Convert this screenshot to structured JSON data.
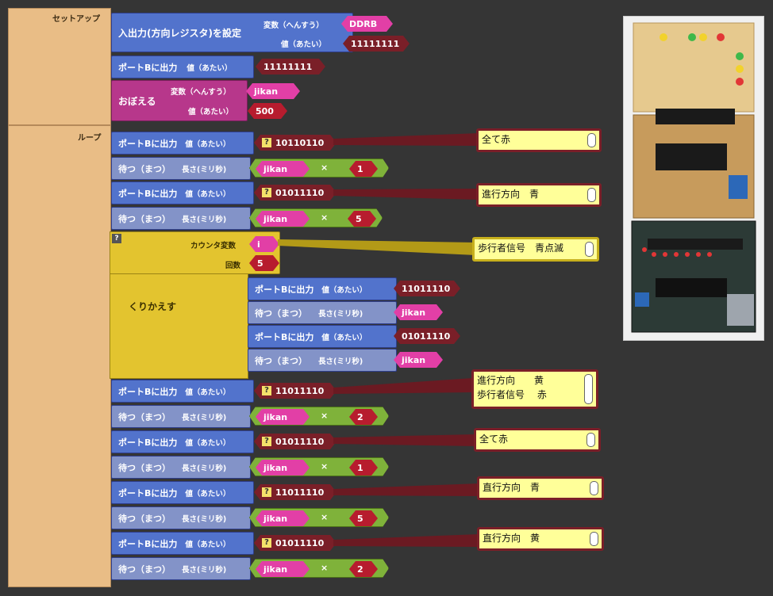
{
  "procedures": {
    "setup_label": "セットアップ",
    "loop_label": "ループ"
  },
  "labels": {
    "ddr_title": "入出力(方向レジスタ)を設定",
    "var": "変数（へんすう）",
    "val": "値（あたい）",
    "port_b": "ポートBに出力",
    "store": "おぼえる",
    "wait": "待つ（まつ）",
    "length_ms": "長さ(ミリ秒)",
    "counter": "カウンタ変数",
    "count": "回数",
    "repeat": "くりかえす",
    "mul": "×",
    "q": "?"
  },
  "setup": {
    "ddr_var": "DDRB",
    "ddr_value": "11111111",
    "port_value": "11111111",
    "memo_var": "jikan",
    "memo_value": "500"
  },
  "loop_steps": [
    {
      "port": "10110110",
      "mult": "1"
    },
    {
      "port": "01011110",
      "mult": "5"
    },
    {
      "port": "11011110",
      "mult": "2"
    },
    {
      "port": "01011110",
      "mult": "1"
    },
    {
      "port": "11011110",
      "mult": "5"
    },
    {
      "port": "01011110",
      "mult": "2"
    }
  ],
  "repeat_block": {
    "var": "i",
    "count": "5",
    "port1": "11011110",
    "wait1": "jikan",
    "port2": "01011110",
    "wait2": "jikan"
  },
  "wait_var": "jikan",
  "comments": [
    {
      "text": "全て赤"
    },
    {
      "text": "進行方向　青"
    },
    {
      "text": "歩行者信号　青点滅"
    },
    {
      "line1": "進行方向　　黄",
      "line2": "歩行者信号　 赤"
    },
    {
      "text": "全て赤"
    },
    {
      "text": "直行方向　青"
    },
    {
      "text": "直行方向　黄"
    }
  ],
  "colors": {
    "background": "#353535",
    "port_block": "#5273cc",
    "wait_block": "#8393c8",
    "memo_block": "#b7378b",
    "loop_block": "#e3c42f",
    "procedure": "#e9bd86",
    "comment": "#ffff99"
  }
}
